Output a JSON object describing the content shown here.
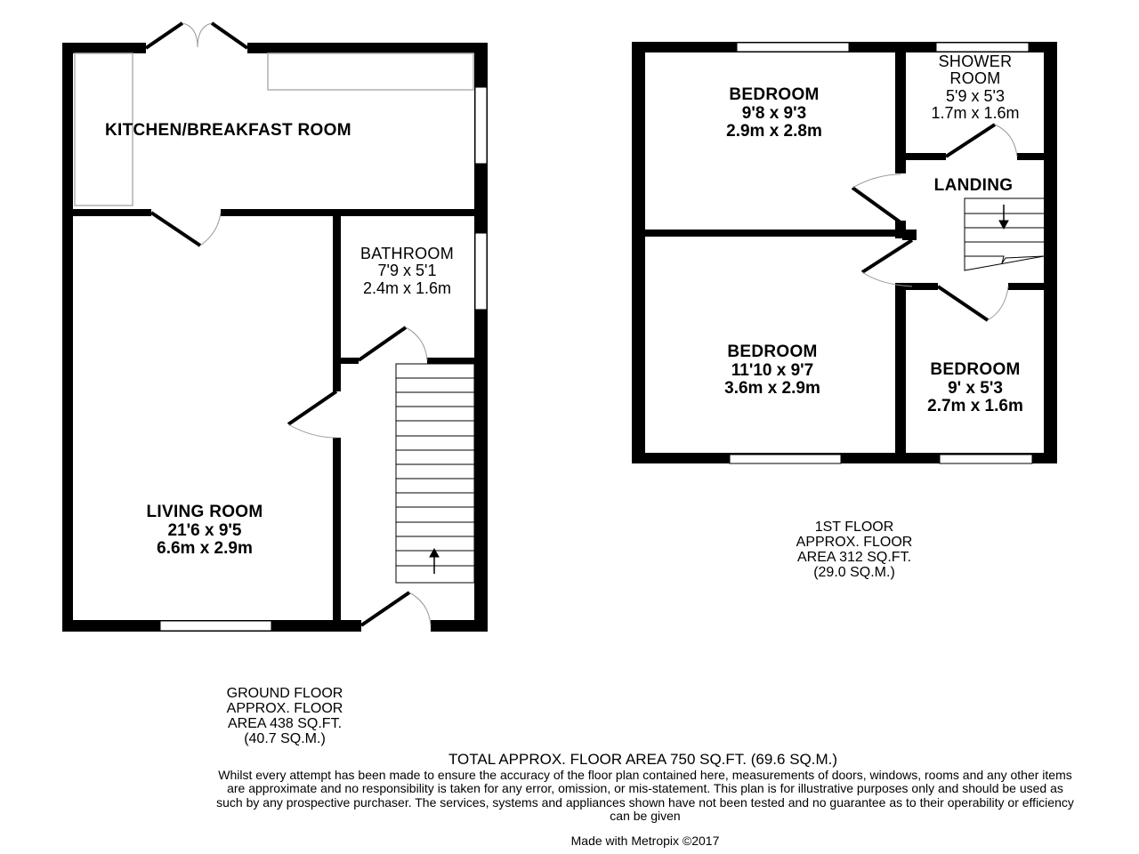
{
  "ground_floor": {
    "rooms": [
      {
        "name": "KITCHEN/BREAKFAST ROOM",
        "dim_imperial": "",
        "dim_metric": ""
      },
      {
        "name": "BATHROOM",
        "dim_imperial": "7'9 x 5'1",
        "dim_metric": "2.4m x 1.6m"
      },
      {
        "name": "LIVING ROOM",
        "dim_imperial": "21'6 x 9'5",
        "dim_metric": "6.6m x 2.9m"
      }
    ],
    "info": {
      "line1": "GROUND FLOOR",
      "line2": "APPROX. FLOOR",
      "line3": "AREA 438 SQ.FT.",
      "line4": "(40.7 SQ.M.)"
    },
    "stair_direction": "up"
  },
  "first_floor": {
    "rooms": [
      {
        "name": "BEDROOM",
        "dim_imperial": "9'8 x 9'3",
        "dim_metric": "2.9m x 2.8m"
      },
      {
        "name": "SHOWER ROOM",
        "name_line1": "SHOWER",
        "name_line2": "ROOM",
        "dim_imperial": "5'9 x 5'3",
        "dim_metric": "1.7m x 1.6m"
      },
      {
        "name": "LANDING"
      },
      {
        "name": "BEDROOM",
        "dim_imperial": "11'10 x 9'7",
        "dim_metric": "3.6m x 2.9m"
      },
      {
        "name": "BEDROOM",
        "dim_imperial": "9' x 5'3",
        "dim_metric": "2.7m x 1.6m"
      }
    ],
    "info": {
      "line1": "1ST FLOOR",
      "line2": "APPROX. FLOOR",
      "line3": "AREA 312 SQ.FT.",
      "line4": "(29.0 SQ.M.)"
    },
    "stair_direction": "down"
  },
  "footer": {
    "total": "TOTAL APPROX. FLOOR AREA 750 SQ.FT. (69.6 SQ.M.)",
    "disclaimer": "Whilst every attempt has been made to ensure the accuracy of the floor plan contained here, measurements of doors, windows, rooms and any other items are approximate and no responsibility is taken for any error, omission, or mis-statement. This plan is for illustrative purposes only and should be used as such by any prospective purchaser. The services, systems and appliances shown have not been tested and no guarantee as to their operability or efficiency can be given",
    "credit": "Made with Metropix ©2017"
  },
  "colors": {
    "wall": "#000000",
    "fixture": "#b0b0b0",
    "window": "#ffffff",
    "background": "#ffffff"
  }
}
